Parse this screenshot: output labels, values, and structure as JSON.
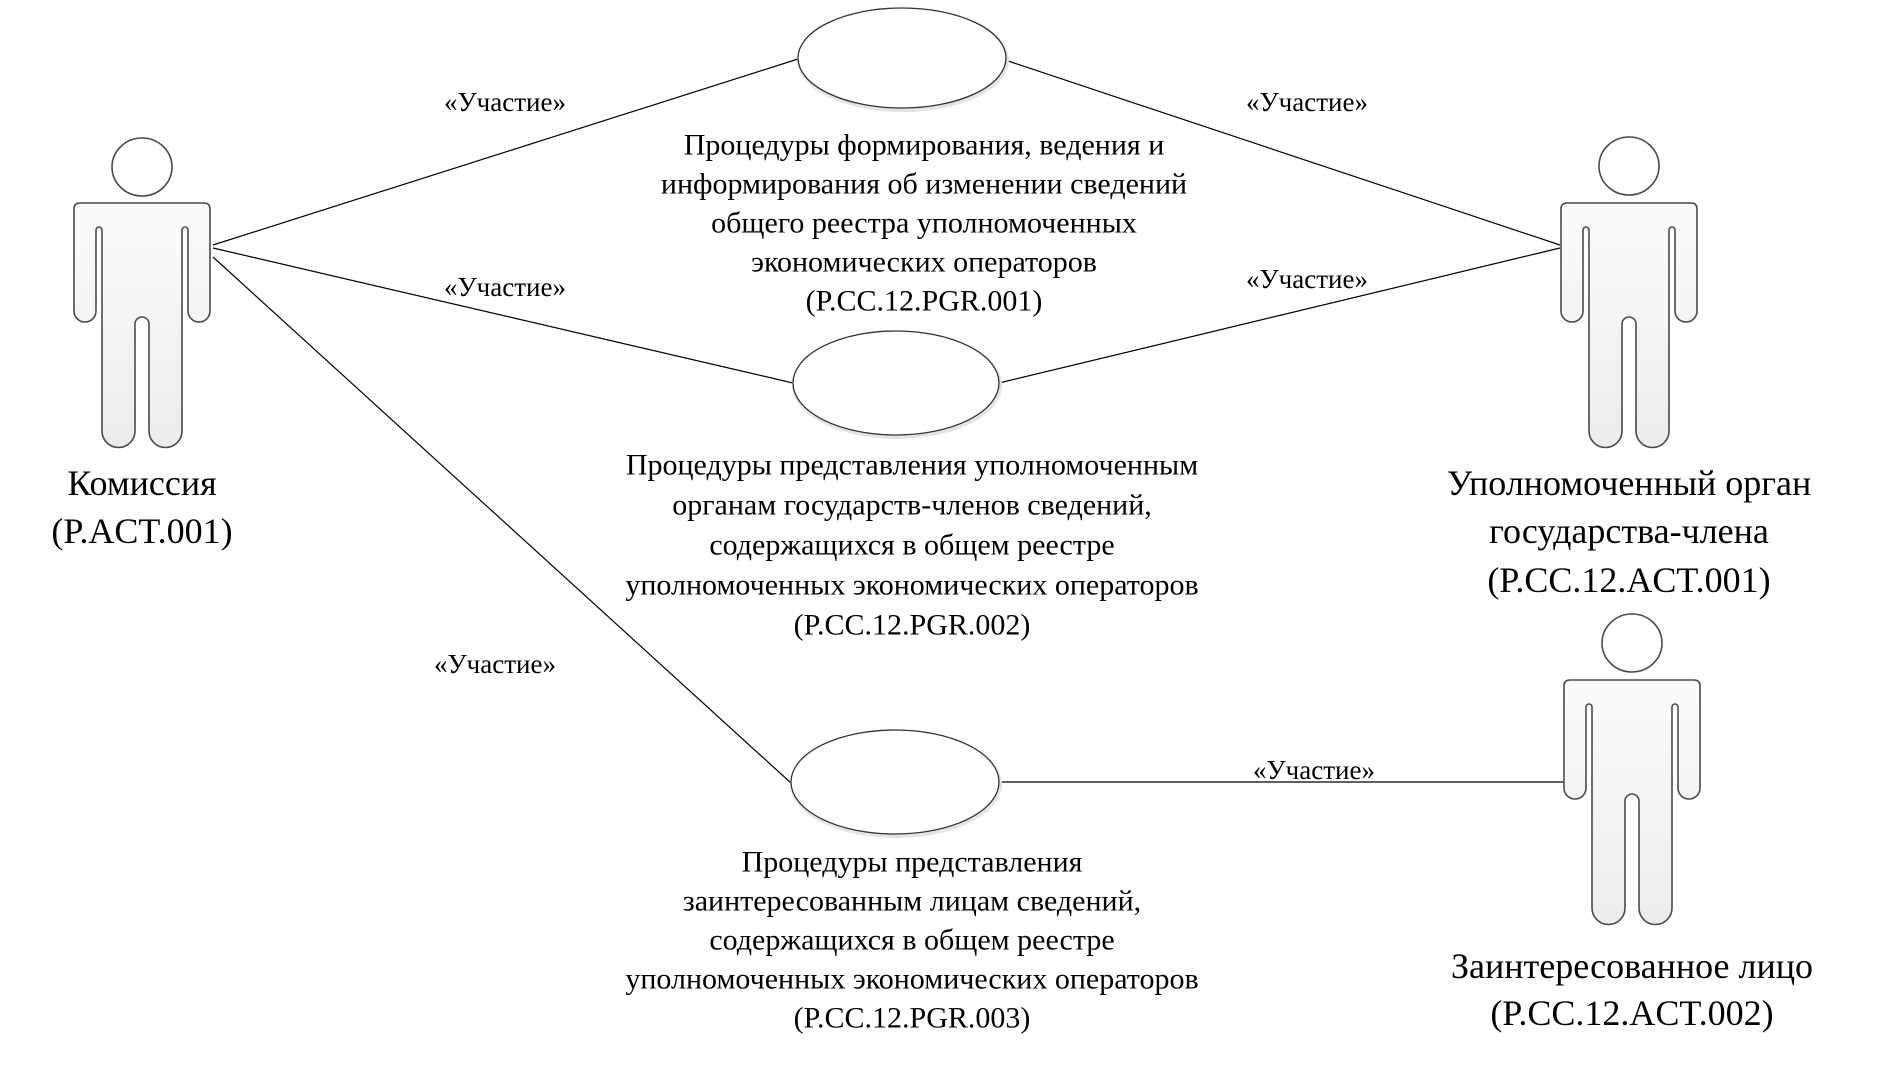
{
  "diagram": {
    "type": "uml-use-case",
    "actors": [
      {
        "id": "commission",
        "lines": [
          "Комиссия",
          "(P.ACT.001)"
        ]
      },
      {
        "id": "authorized-body",
        "lines": [
          "Уполномоченный орган",
          "государства-члена",
          "(P.CC.12.ACT.001)"
        ]
      },
      {
        "id": "interested-party",
        "lines": [
          "Заинтересованное лицо",
          "(P.CC.12.ACT.002)"
        ]
      }
    ],
    "use_cases": [
      {
        "id": "pgr001",
        "lines": [
          "Процедуры формирования, ведения и",
          "информирования об изменении сведений",
          "общего реестра уполномоченных",
          "экономических операторов",
          "(P.CC.12.PGR.001)"
        ]
      },
      {
        "id": "pgr002",
        "lines": [
          "Процедуры представления уполномоченным",
          "органам государств-членов сведений,",
          "содержащихся в общем реестре",
          "уполномоченных экономических операторов",
          "(P.CC.12.PGR.002)"
        ]
      },
      {
        "id": "pgr003",
        "lines": [
          "Процедуры представления",
          "заинтересованным лицам сведений,",
          "содержащихся в общем реестре",
          "уполномоченных экономических операторов",
          "(P.CC.12.PGR.003)"
        ]
      }
    ],
    "associations": [
      {
        "from": "commission",
        "to": "pgr001",
        "label": "«Участие»"
      },
      {
        "from": "commission",
        "to": "pgr002",
        "label": "«Участие»"
      },
      {
        "from": "commission",
        "to": "pgr003",
        "label": "«Участие»"
      },
      {
        "from": "pgr001",
        "to": "authorized-body",
        "label": "«Участие»"
      },
      {
        "from": "pgr002",
        "to": "authorized-body",
        "label": "«Участие»"
      },
      {
        "from": "pgr003",
        "to": "interested-party",
        "label": "«Участие»"
      }
    ]
  }
}
